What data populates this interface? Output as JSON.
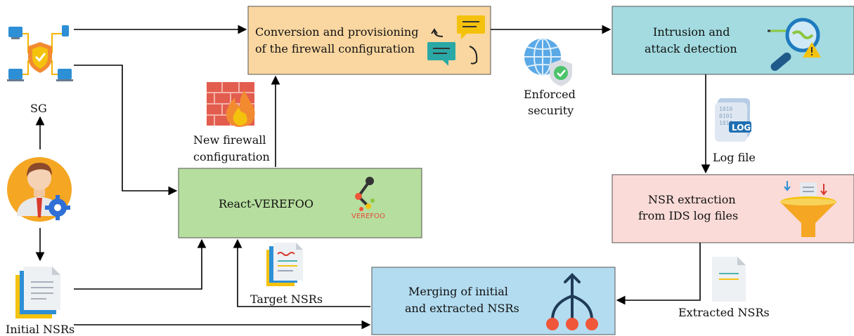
{
  "boxes": {
    "conversion": {
      "line1": "Conversion and provisioning",
      "line2": "of the firewall configuration",
      "fill": "#fad7a0"
    },
    "intrusion": {
      "line1": "Intrusion and",
      "line2": "attack detection",
      "fill": "#a3dbe0"
    },
    "react": {
      "line1": "React-VEREFOO",
      "fill": "#b6de9e"
    },
    "extraction": {
      "line1": "NSR extraction",
      "line2": "from IDS log files",
      "fill": "#fadbd8"
    },
    "merging": {
      "line1": "Merging of initial",
      "line2": "and extracted NSRs",
      "fill": "#b3dcf0"
    }
  },
  "labels": {
    "sg": "SG",
    "new_fw_1": "New firewall",
    "new_fw_2": "configuration",
    "enforced_1": "Enforced",
    "enforced_2": "security",
    "log_file": "Log file",
    "log_icon_text": "LOG",
    "target_nsrs": "Target NSRs",
    "initial_nsrs": "Initial NSRs",
    "extracted_nsrs": "Extracted NSRs",
    "verefoo_logo": "VEREFOO"
  },
  "icons": {
    "sg": "network-shield-icon",
    "user": "admin-user-icon",
    "firewall": "firewall-icon",
    "chat": "chat-exchange-icon",
    "globe": "globe-shield-icon",
    "search": "search-alert-icon",
    "log": "log-file-icon",
    "funnel": "funnel-filter-icon",
    "merge": "merge-arrows-icon",
    "document": "document-icon",
    "verefoo": "verefoo-logo-icon"
  }
}
